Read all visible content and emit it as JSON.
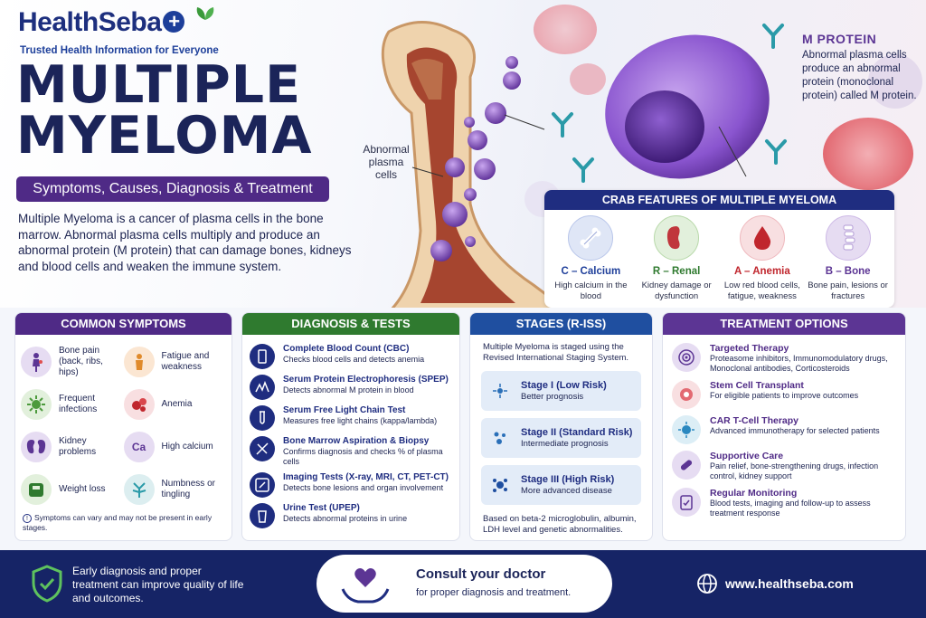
{
  "brand": {
    "name": "HealthSeba",
    "tagline": "Trusted Health Information for Everyone"
  },
  "header": {
    "title_line1": "MULTIPLE",
    "title_line2": "MYELOMA",
    "subtitle": "Symptoms, Causes, Diagnosis & Treatment"
  },
  "intro": "Multiple Myeloma is a cancer of plasma cells in the bone marrow. Abnormal plasma cells multiply and produce an abnormal protein (M protein) that can damage bones, kidneys and blood cells and weaken the immune system.",
  "illustration": {
    "cell_label": "Abnormal plasma cells"
  },
  "m_protein": {
    "title": "M PROTEIN",
    "description": "Abnormal plasma cells produce an abnormal protein (monoclonal protein) called M protein."
  },
  "crab": {
    "title": "CRAB FEATURES OF MULTIPLE MYELOMA",
    "items": [
      {
        "label": "C – Calcium",
        "desc": "High calcium in the blood",
        "color": "#1f3f9a",
        "icon": "bone-icon"
      },
      {
        "label": "R – Renal",
        "desc": "Kidney damage or dysfunction",
        "color": "#2f7a2f",
        "icon": "kidney-icon"
      },
      {
        "label": "A – Anemia",
        "desc": "Low red blood cells, fatigue, weakness",
        "color": "#c0262d",
        "icon": "blood-drop-icon"
      },
      {
        "label": "B – Bone",
        "desc": "Bone pain, lesions or fractures",
        "color": "#5c3594",
        "icon": "spine-icon"
      }
    ]
  },
  "symptoms": {
    "title": "COMMON SYMPTOMS",
    "items": [
      {
        "label": "Bone pain (back, ribs, hips)",
        "icon": "back-pain-icon"
      },
      {
        "label": "Fatigue and weakness",
        "icon": "fatigue-icon"
      },
      {
        "label": "Frequent infections",
        "icon": "virus-icon"
      },
      {
        "label": "Anemia",
        "icon": "red-blood-cells-icon"
      },
      {
        "label": "Kidney problems",
        "icon": "kidney-icon"
      },
      {
        "label": "High calcium",
        "icon": "calcium-icon"
      },
      {
        "label": "Weight loss",
        "icon": "scale-icon"
      },
      {
        "label": "Numbness or tingling",
        "icon": "nerve-icon"
      }
    ],
    "note": "Symptoms can vary and may not be present in early stages."
  },
  "diagnosis": {
    "title": "DIAGNOSIS & TESTS",
    "items": [
      {
        "title": "Complete Blood Count (CBC)",
        "desc": "Checks blood cells and detects anemia"
      },
      {
        "title": "Serum Protein Electrophoresis (SPEP)",
        "desc": "Detects abnormal M protein in blood"
      },
      {
        "title": "Serum Free Light Chain Test",
        "desc": "Measures free light chains (kappa/lambda)"
      },
      {
        "title": "Bone Marrow Aspiration & Biopsy",
        "desc": "Confirms diagnosis and checks % of plasma cells"
      },
      {
        "title": "Imaging Tests (X-ray, MRI, CT, PET-CT)",
        "desc": "Detects bone lesions and organ involvement"
      },
      {
        "title": "Urine Test (UPEP)",
        "desc": "Detects abnormal proteins in urine"
      }
    ]
  },
  "stages": {
    "title": "STAGES (R-ISS)",
    "intro": "Multiple Myeloma is staged using the Revised International Staging System.",
    "items": [
      {
        "title": "Stage I (Low Risk)",
        "desc": "Better prognosis"
      },
      {
        "title": "Stage II (Standard Risk)",
        "desc": "Intermediate prognosis"
      },
      {
        "title": "Stage III (High Risk)",
        "desc": "More advanced disease"
      }
    ],
    "footer": "Based on beta-2 microglobulin, albumin, LDH level and genetic abnormalities."
  },
  "treatment": {
    "title": "TREATMENT OPTIONS",
    "items": [
      {
        "title": "Targeted Therapy",
        "desc": "Proteasome inhibitors, Immunomodulatory drugs, Monoclonal antibodies, Corticosteroids"
      },
      {
        "title": "Stem Cell Transplant",
        "desc": "For eligible patients to improve outcomes"
      },
      {
        "title": "CAR T-Cell Therapy",
        "desc": "Advanced immunotherapy for selected patients"
      },
      {
        "title": "Supportive Care",
        "desc": "Pain relief, bone-strengthening drugs, infection control, kidney support"
      },
      {
        "title": "Regular Monitoring",
        "desc": "Blood tests, imaging and follow-up to assess treatment response"
      }
    ]
  },
  "footer": {
    "message": "Early diagnosis and proper treatment can improve quality of life and outcomes.",
    "consult_title": "Consult your doctor",
    "consult_desc": "for proper diagnosis and treatment.",
    "website": "www.healthseba.com"
  },
  "colors": {
    "navy": "#1f2d80",
    "purple": "#4f2a86",
    "green": "#2f7a2f",
    "blue": "#1f4fa0",
    "footer": "#162466"
  }
}
